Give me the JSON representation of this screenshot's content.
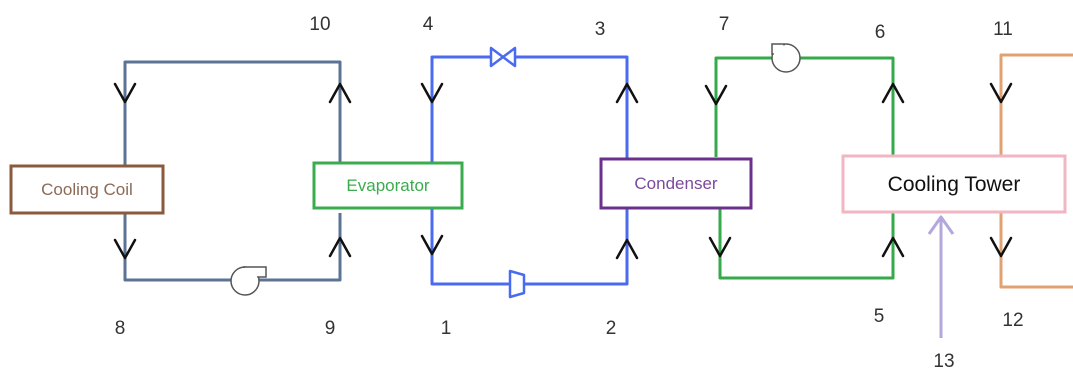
{
  "components": {
    "cooling_coil": "Cooling Coil",
    "evaporator": "Evaporator",
    "condenser": "Condenser",
    "cooling_tower": "Cooling Tower"
  },
  "state_points": [
    "1",
    "2",
    "3",
    "4",
    "5",
    "6",
    "7",
    "8",
    "9",
    "10",
    "11",
    "12",
    "13"
  ],
  "colors": {
    "chilled_water_loop": "#5b7394",
    "refrigerant_loop": "#4a6bf0",
    "condenser_water_loop": "#35aa4a",
    "tower_loop": "#e0a270",
    "air_inlet": "#b4a7dc",
    "cooling_coil_border": "#8b5a3c",
    "evaporator_border": "#3aac4e",
    "condenser_border": "#6b2f8c",
    "cooling_tower_border": "#f0b6c2",
    "component_outline": "#555555",
    "direction_marker": "#111111",
    "label_text": "#333333"
  },
  "icons": {
    "pump": "pump-icon",
    "expansion_valve": "expansion-valve-icon",
    "compressor": "compressor-icon",
    "flow_direction": "flow-arrow-icon"
  }
}
